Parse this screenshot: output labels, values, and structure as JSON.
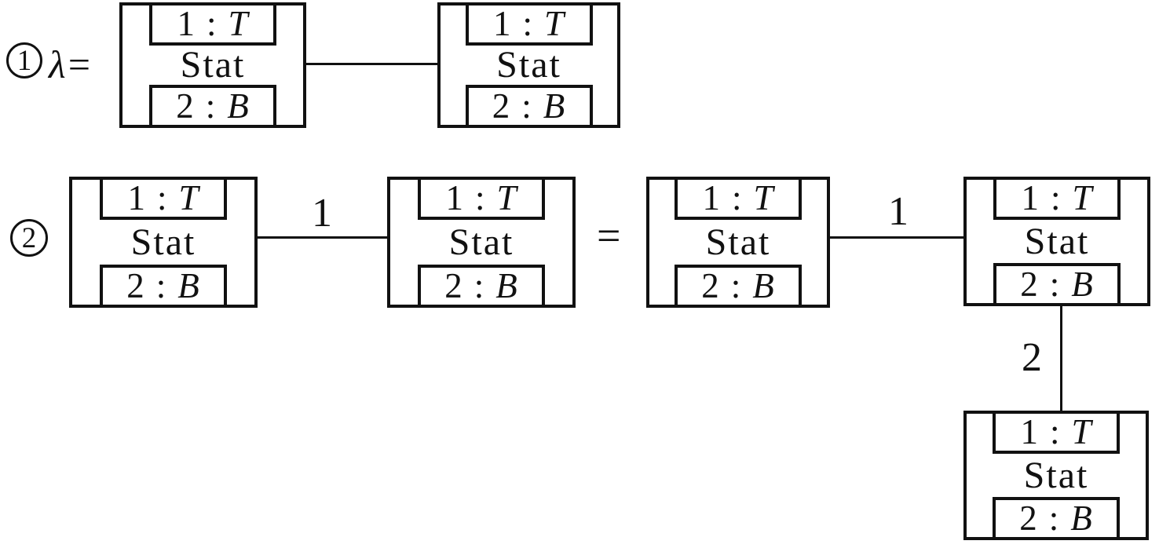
{
  "figure": {
    "background": "#ffffff",
    "ink": "#111111"
  },
  "node": {
    "top_port": {
      "number": "1",
      "separator": ":",
      "type": "T"
    },
    "label": "Stat",
    "bottom_port": {
      "number": "2",
      "separator": ":",
      "type": "B"
    }
  },
  "row1": {
    "marker": "1",
    "lhs": "λ="
  },
  "row2": {
    "marker": "2",
    "equals": "=",
    "edges": [
      {
        "label": "1",
        "orientation": "horizontal"
      },
      {
        "label": "1",
        "orientation": "horizontal"
      },
      {
        "label": "2",
        "orientation": "vertical"
      }
    ]
  }
}
